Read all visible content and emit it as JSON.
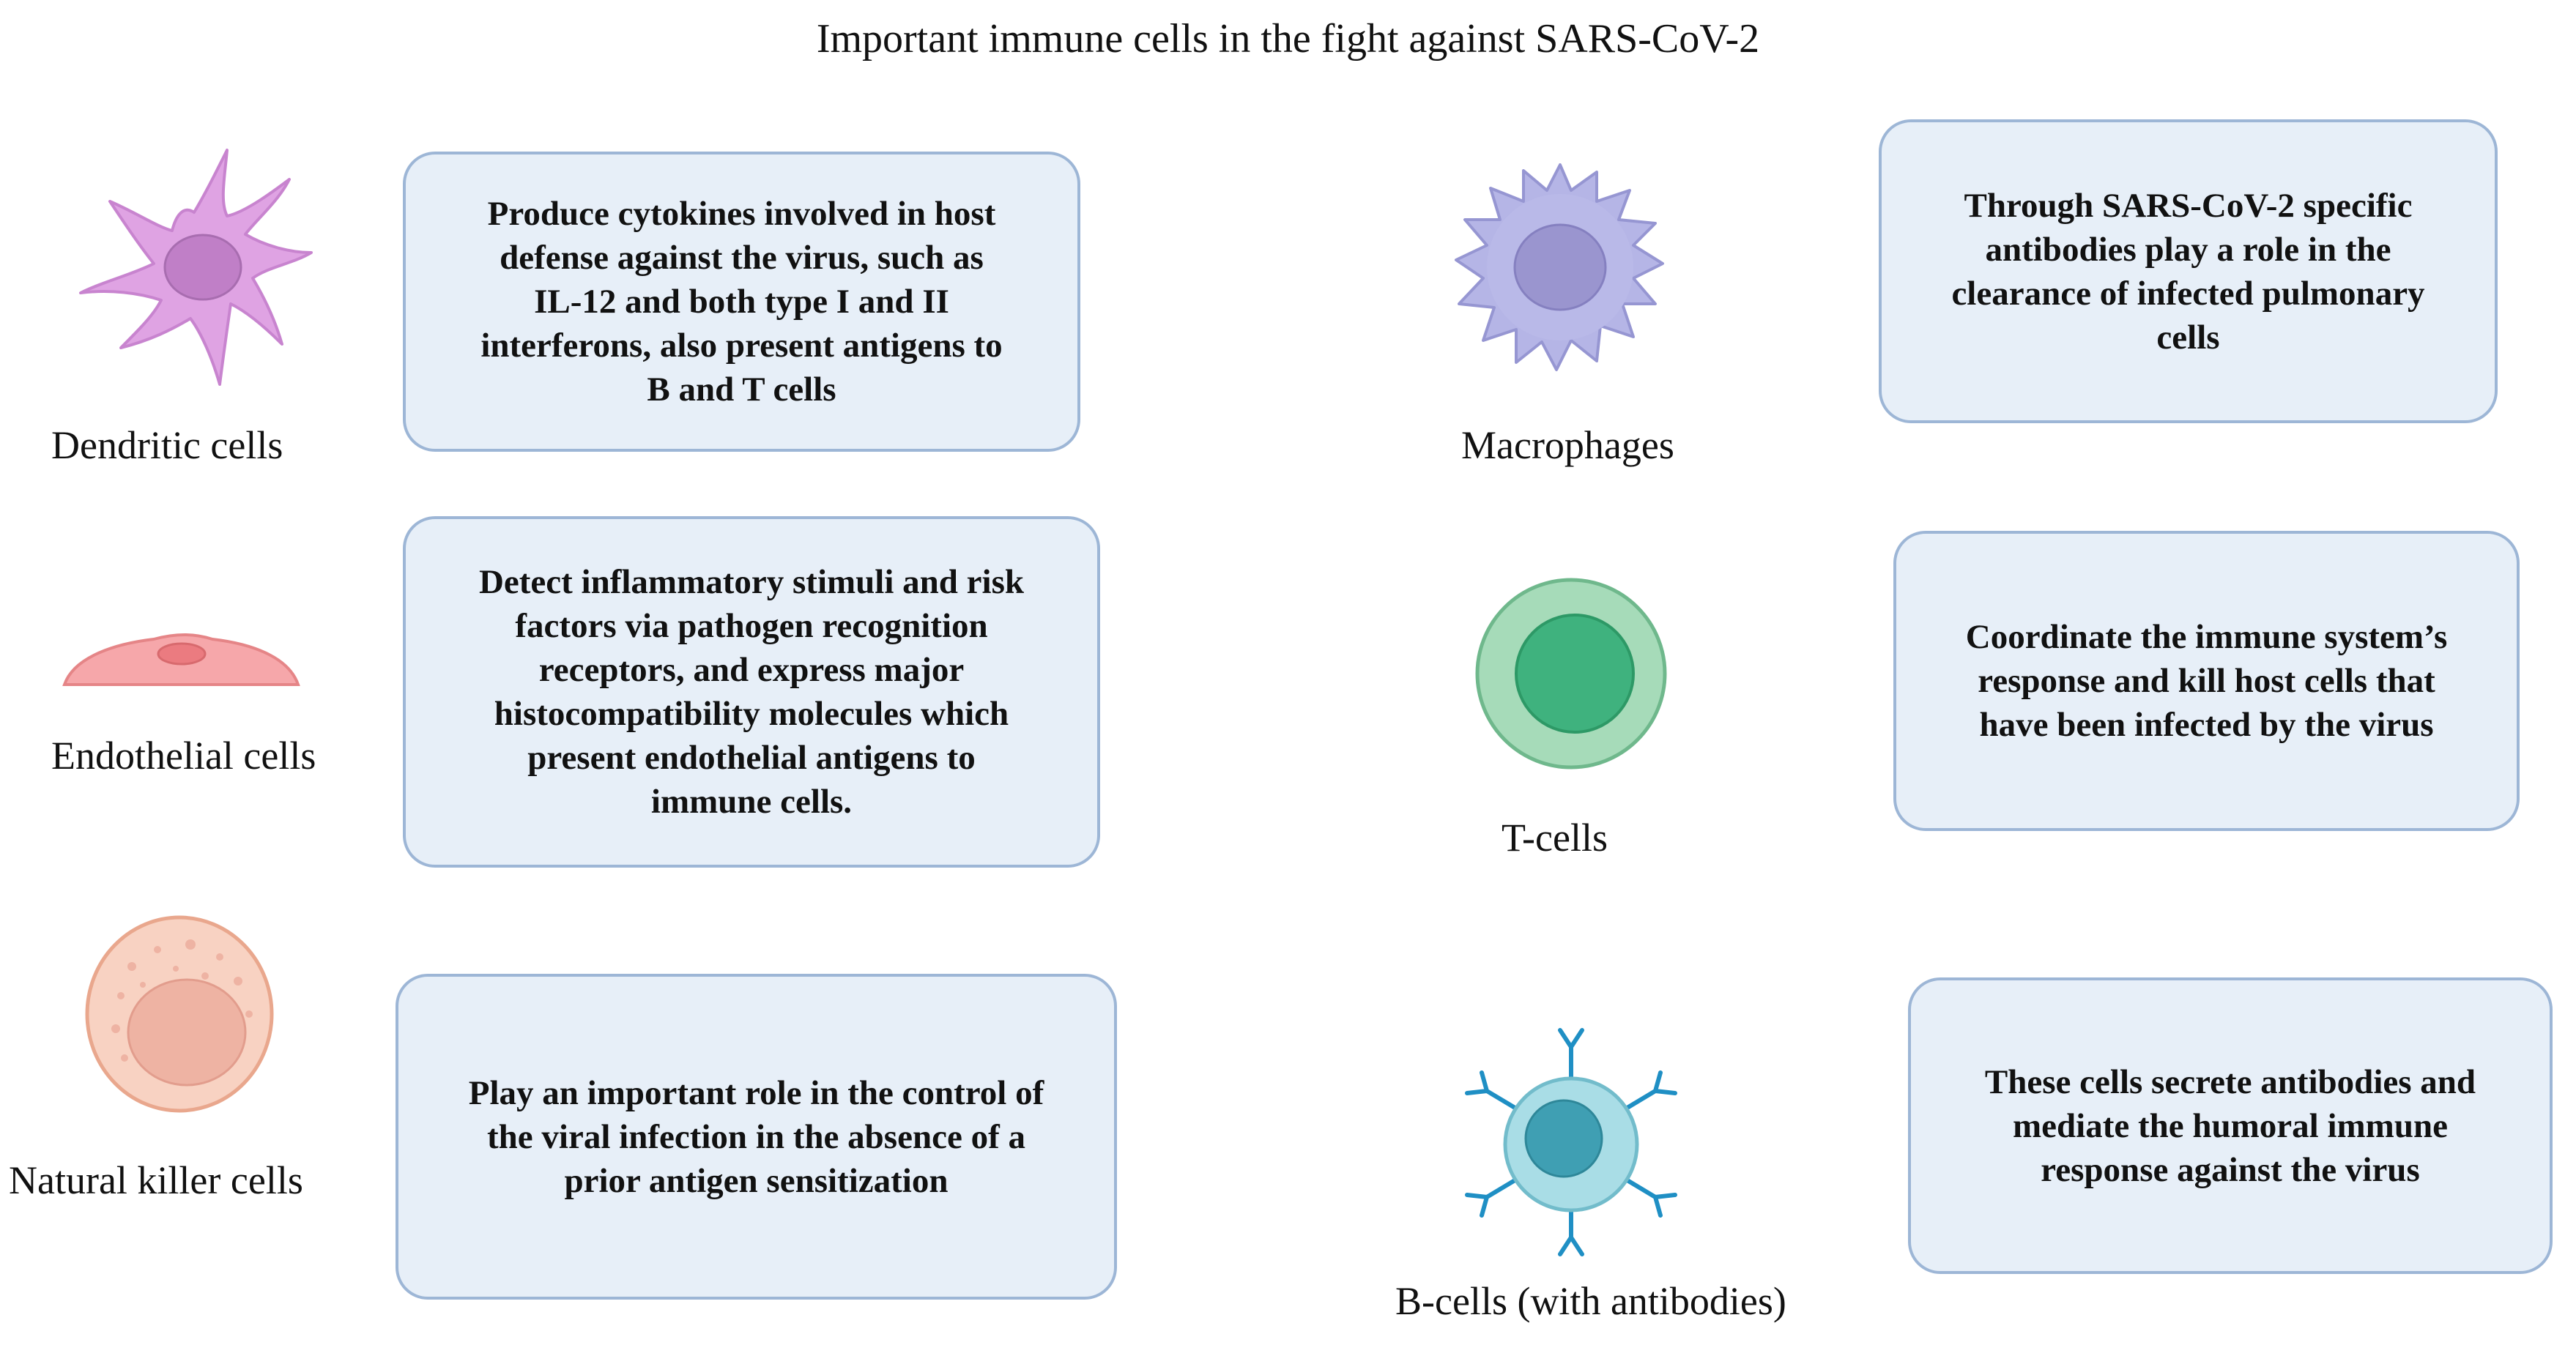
{
  "title": "Important immune cells in the fight against SARS-CoV-2",
  "cells": [
    {
      "name": "Dendritic cells",
      "icon": "dendritic-cell-icon",
      "color": "#d9a6e0",
      "description": "Produce cytokines involved in host\ndefense against the virus, such as\nIL-12 and both type I and II\ninterferons, also present antigens to\nB and T cells"
    },
    {
      "name": "Endothelial cells",
      "icon": "endothelial-cell-icon",
      "color": "#f29b9d",
      "description": "Detect inflammatory stimuli and risk\nfactors via pathogen recognition\nreceptors, and  express major\nhistocompatibility molecules which\npresent endothelial antigens to\nimmune cells."
    },
    {
      "name": "Natural killer cells",
      "icon": "natural-killer-cell-icon",
      "color": "#f5c2aa",
      "description": "Play an important role in the control of\nthe viral infection in the absence of a\nprior antigen sensitization"
    },
    {
      "name": "Macrophages",
      "icon": "macrophage-icon",
      "color": "#b4b3e3",
      "description": "Through SARS-CoV-2 specific\nantibodies play a role in the\nclearance of infected pulmonary\ncells"
    },
    {
      "name": "T-cells",
      "icon": "t-cell-icon",
      "color": "#7fcc9f",
      "description": "Coordinate the immune system’s\nresponse and kill host cells that\nhave been infected by the virus"
    },
    {
      "name": "B-cells (with antibodies)",
      "icon": "b-cell-icon",
      "color": "#9fd6df",
      "description": "These cells secrete antibodies and\nmediate the humoral immune\nresponse against the virus"
    }
  ]
}
